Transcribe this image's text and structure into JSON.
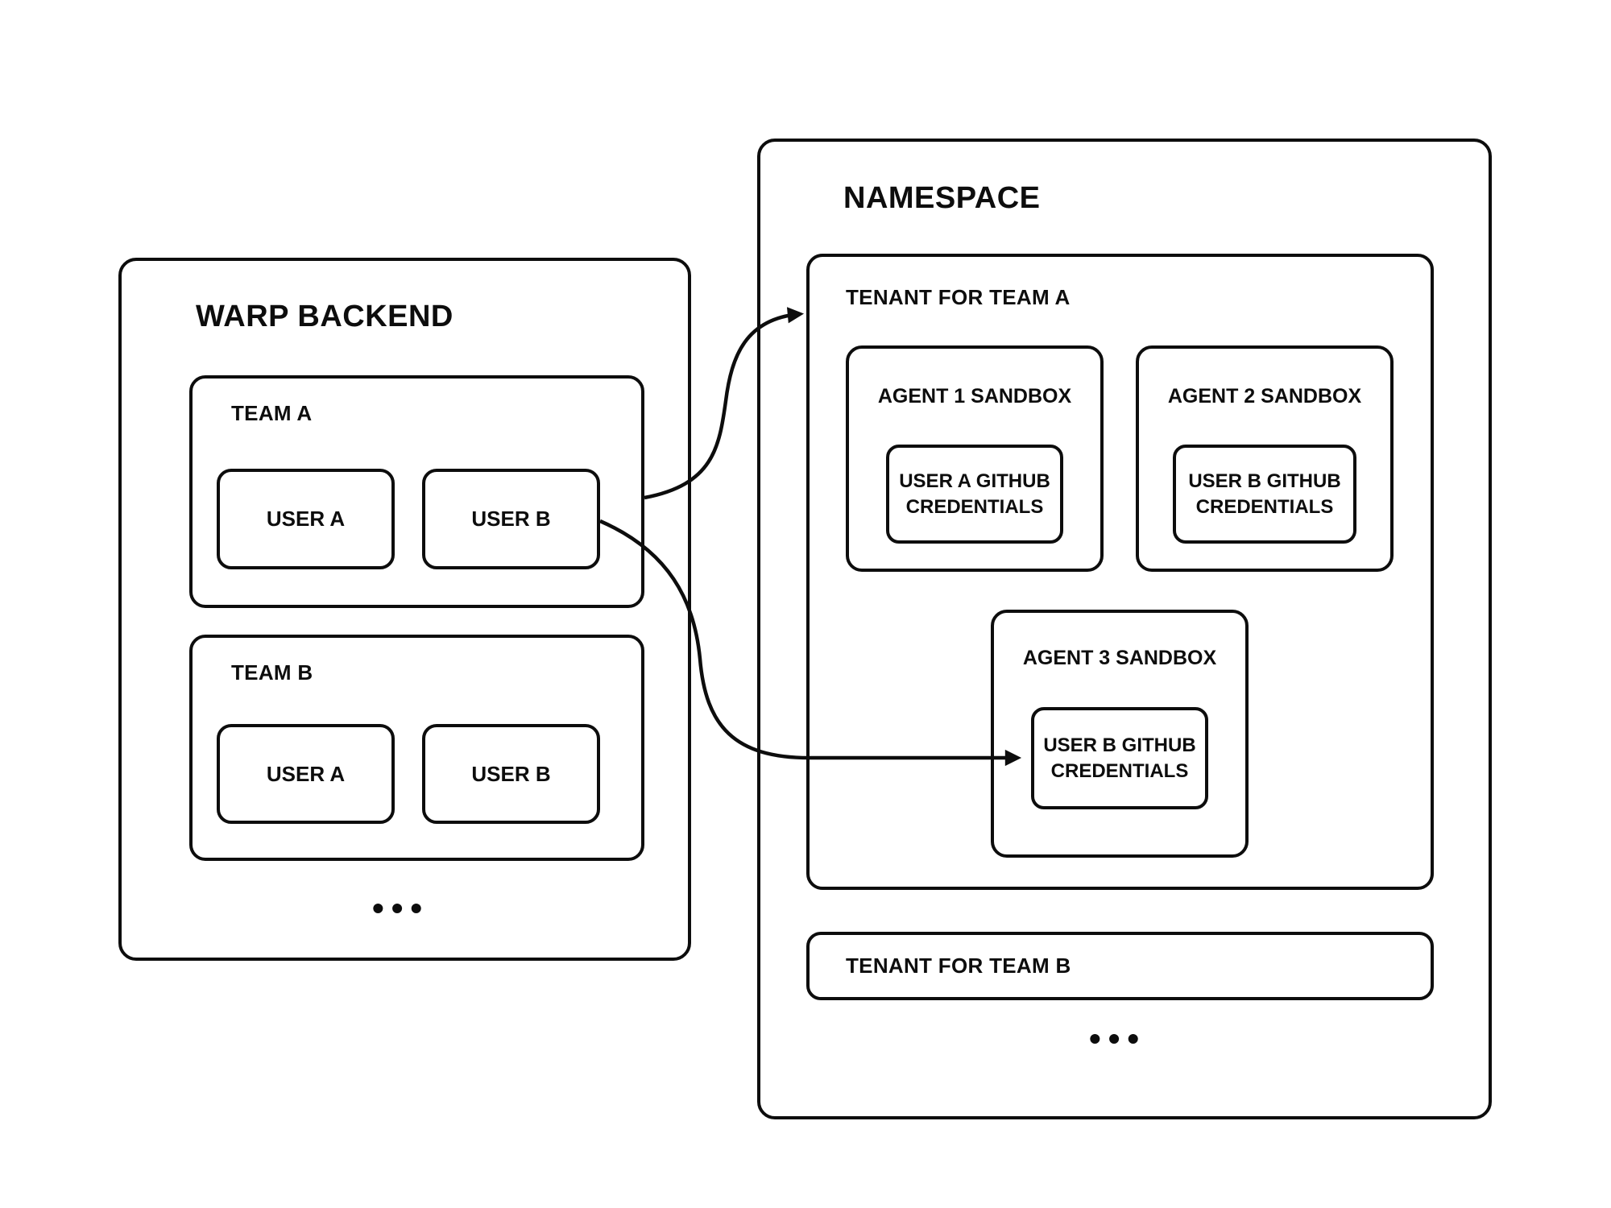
{
  "diagram": {
    "colors": {
      "stroke": "#0d0d0d",
      "background": "#ffffff"
    },
    "warp_backend": {
      "title": "WARP BACKEND",
      "ellipsis": "•••",
      "teams": [
        {
          "label": "TEAM A",
          "users": [
            {
              "label": "USER A"
            },
            {
              "label": "USER B"
            }
          ]
        },
        {
          "label": "TEAM B",
          "users": [
            {
              "label": "USER A"
            },
            {
              "label": "USER B"
            }
          ]
        }
      ]
    },
    "namespace": {
      "title": "NAMESPACE",
      "ellipsis": "•••",
      "tenant_team_a": {
        "label": "TENANT FOR TEAM A",
        "sandboxes": [
          {
            "label": "AGENT 1 SANDBOX",
            "credential": "USER A GITHUB CREDENTIALS"
          },
          {
            "label": "AGENT 2 SANDBOX",
            "credential": "USER B GITHUB CREDENTIALS"
          },
          {
            "label": "AGENT 3 SANDBOX",
            "credential": "USER B GITHUB CREDENTIALS"
          }
        ]
      },
      "tenant_team_b": {
        "label": "TENANT FOR TEAM B"
      }
    },
    "arrows": [
      {
        "name": "team-a-to-tenant-a",
        "from": "TEAM A",
        "to": "TENANT FOR TEAM A"
      },
      {
        "name": "user-b-to-agent-3-credentials",
        "from": "USER B (TEAM A)",
        "to": "USER B GITHUB CREDENTIALS (AGENT 3 SANDBOX)"
      }
    ]
  }
}
